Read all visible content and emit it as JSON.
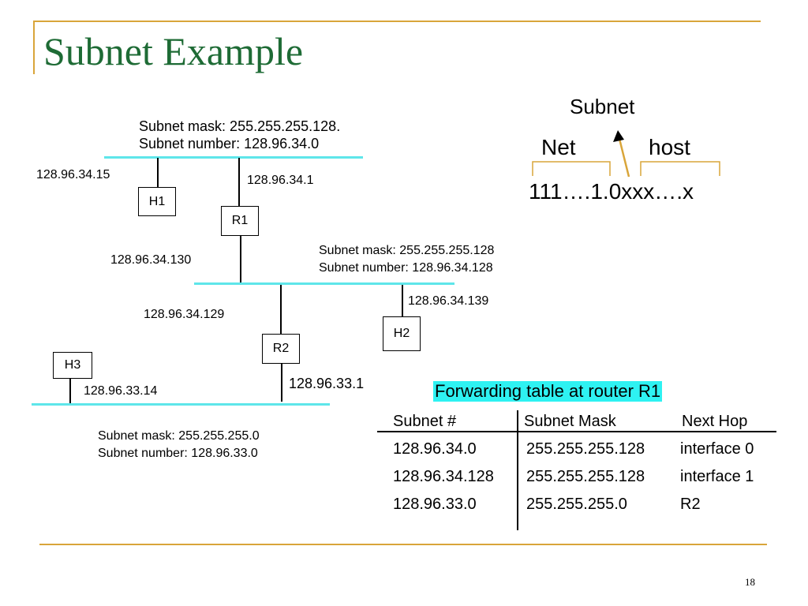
{
  "title": "Subnet Example",
  "page_number": "18",
  "networks": {
    "top": {
      "mask": "Subnet mask: 255.255.255.128.",
      "number": "Subnet number: 128.96.34.0"
    },
    "middle": {
      "mask": "Subnet mask: 255.255.255.128",
      "number": "Subnet number: 128.96.34.128"
    },
    "bottom": {
      "mask": "Subnet mask: 255.255.255.0",
      "number": "Subnet number: 128.96.33.0"
    }
  },
  "nodes": {
    "h1": "H1",
    "h2": "H2",
    "h3": "H3",
    "r1": "R1",
    "r2": "R2"
  },
  "addresses": {
    "h1": "128.96.34.15",
    "r1_top": "128.96.34.1",
    "r1_mid": "128.96.34.130",
    "r2_mid": "128.96.34.129",
    "h2": "128.96.34.139",
    "h3": "128.96.33.14",
    "r2_bottom": "128.96.33.1"
  },
  "address_format": {
    "subnet_label": "Subnet",
    "net_label": "Net",
    "host_label": "host",
    "bits": "111….1.0xxx….x"
  },
  "forwarding_table": {
    "title": "Forwarding table at router R1",
    "headers": [
      "Subnet #",
      "Subnet Mask",
      "Next Hop"
    ],
    "rows": [
      [
        "128.96.34.0",
        "255.255.255.128",
        "interface 0"
      ],
      [
        "128.96.34.128",
        "255.255.255.128",
        "interface 1"
      ],
      [
        "128.96.33.0",
        "255.255.255.0",
        "R2"
      ]
    ]
  },
  "colors": {
    "title": "#1e6b35",
    "accent_rule": "#d9a53a",
    "network_line": "#5ee6ea",
    "table_title_bg": "#2ef2f2"
  }
}
